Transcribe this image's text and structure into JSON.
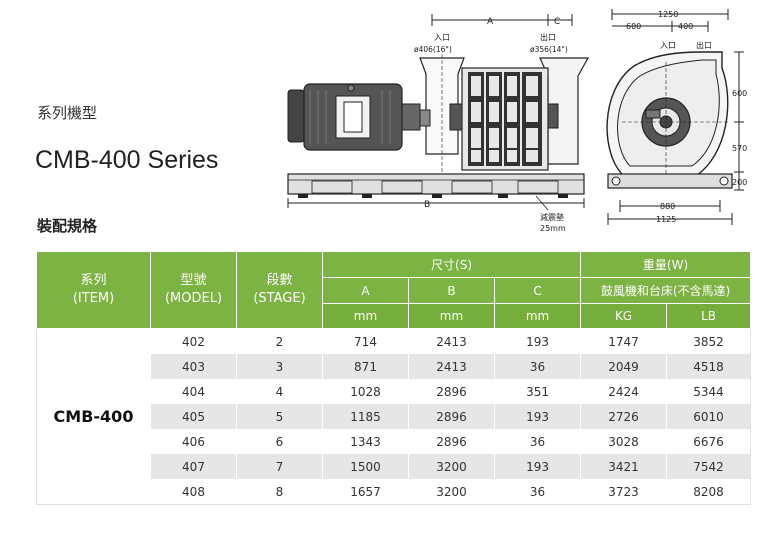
{
  "heading": {
    "series_label": "系列機型",
    "series_title": "CMB-400 Series",
    "spec_title": "裝配規格"
  },
  "drawing": {
    "side_view": {
      "dim_a": "A",
      "dim_b": "B",
      "dim_c": "C",
      "inlet_label": "入口",
      "inlet_size": "ø406(16\")",
      "outlet_label": "出口",
      "outlet_size": "ø356(14\")",
      "damper_label": "減震墊",
      "damper_size": "25mm"
    },
    "front_view": {
      "width_total": "1250",
      "width_600": "600",
      "width_400": "400",
      "inlet_label": "入口",
      "outlet_label": "出口",
      "height_600": "600",
      "height_570": "570",
      "height_200": "200",
      "base_880": "880",
      "base_1125": "1125"
    }
  },
  "table": {
    "headers": {
      "item": "系列\n(ITEM)",
      "model": "型號\n(MODEL)",
      "stage": "段數\n(STAGE)",
      "size": "尺寸(S)",
      "weight": "重量(W)",
      "col_a": "A",
      "col_b": "B",
      "col_c": "C",
      "weight_desc": "鼓風機和台床(不含馬達)",
      "unit_mm_a": "mm",
      "unit_mm_b": "mm",
      "unit_mm_c": "mm",
      "unit_kg": "KG",
      "unit_lb": "LB"
    },
    "item_name": "CMB-400",
    "rows": [
      {
        "model": "402",
        "stage": "2",
        "a": "714",
        "b": "2413",
        "c": "193",
        "kg": "1747",
        "lb": "3852"
      },
      {
        "model": "403",
        "stage": "3",
        "a": "871",
        "b": "2413",
        "c": "36",
        "kg": "2049",
        "lb": "4518"
      },
      {
        "model": "404",
        "stage": "4",
        "a": "1028",
        "b": "2896",
        "c": "351",
        "kg": "2424",
        "lb": "5344"
      },
      {
        "model": "405",
        "stage": "5",
        "a": "1185",
        "b": "2896",
        "c": "193",
        "kg": "2726",
        "lb": "6010"
      },
      {
        "model": "406",
        "stage": "6",
        "a": "1343",
        "b": "2896",
        "c": "36",
        "kg": "3028",
        "lb": "6676"
      },
      {
        "model": "407",
        "stage": "7",
        "a": "1500",
        "b": "3200",
        "c": "193",
        "kg": "3421",
        "lb": "7542"
      },
      {
        "model": "408",
        "stage": "8",
        "a": "1657",
        "b": "3200",
        "c": "36",
        "kg": "3723",
        "lb": "8208"
      }
    ]
  },
  "colors": {
    "header_green": "#7cb342",
    "stripe_gray": "#e6e6e6"
  }
}
